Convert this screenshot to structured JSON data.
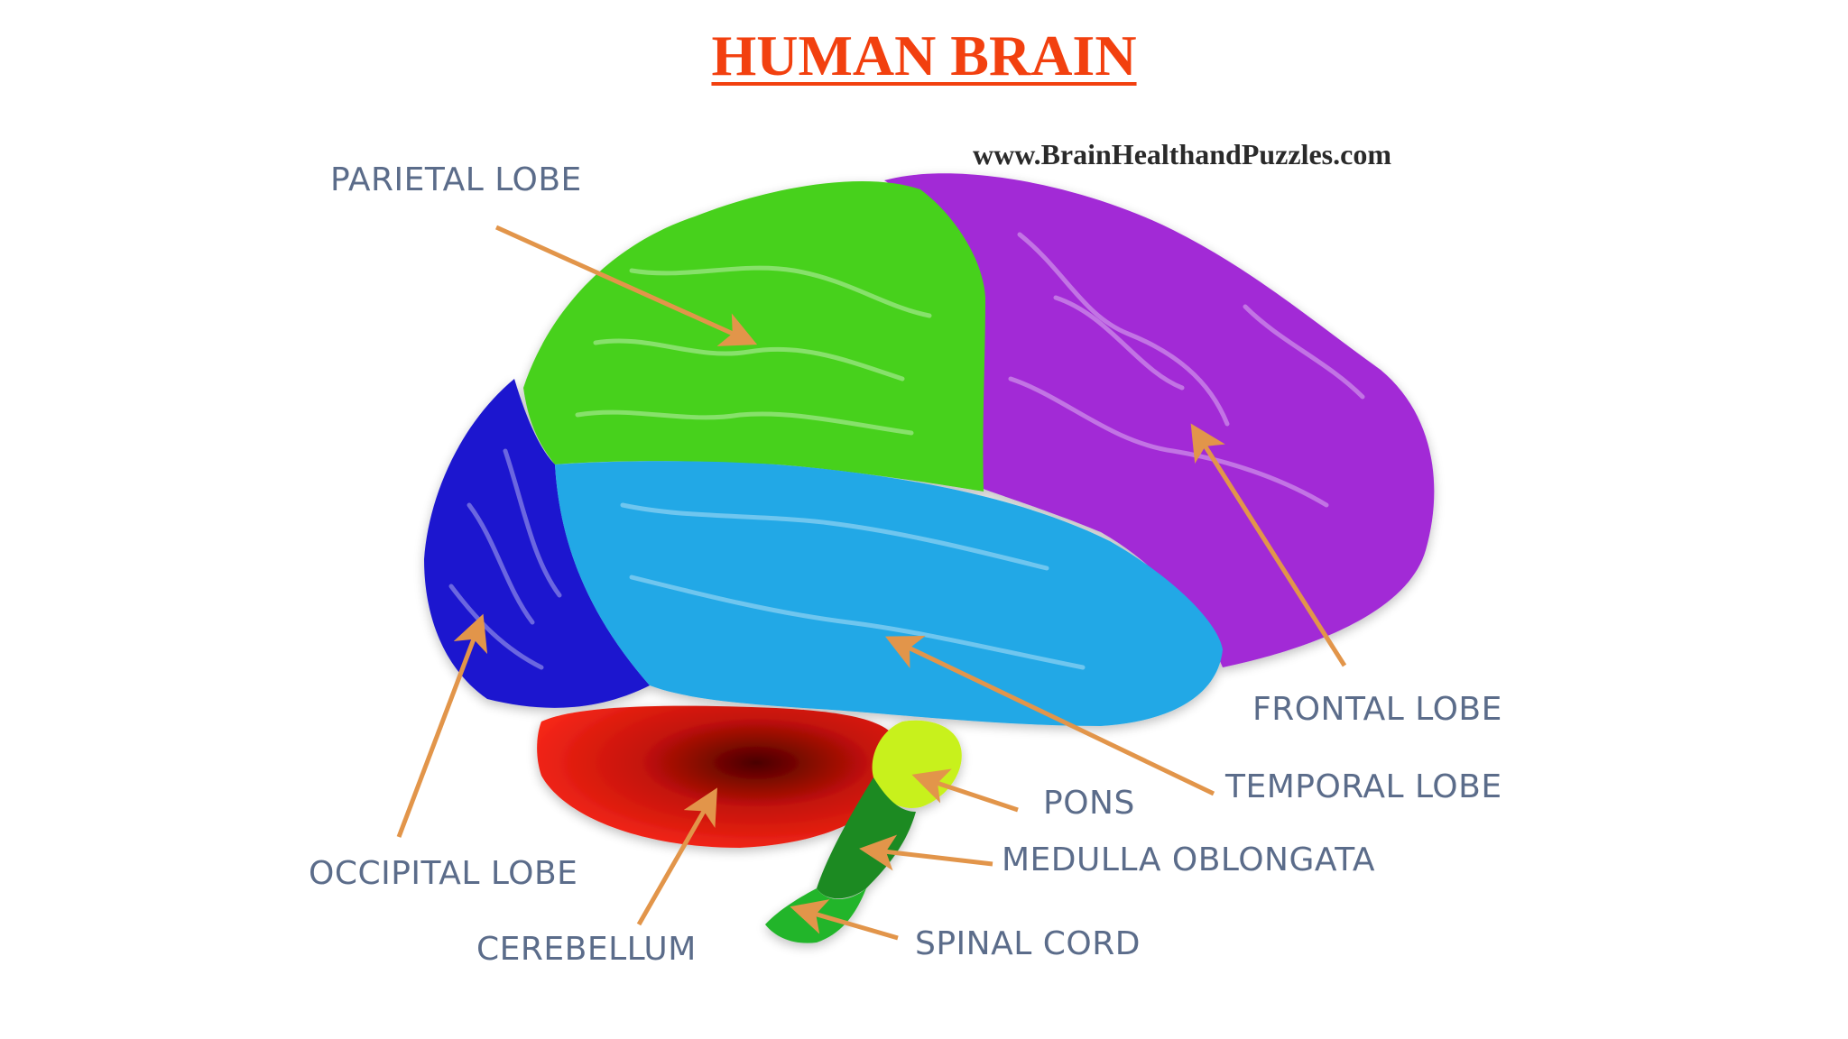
{
  "title": "HUMAN BRAIN",
  "watermark": "www.BrainHealthandPuzzles.com",
  "colors": {
    "title": "#f2400f",
    "parietal": "#46d11a",
    "frontal": "#a22ad6",
    "occipital": "#1a16cf",
    "temporal": "#22a8e6",
    "cerebellum": "#e01e10",
    "pons": "#c8f11a",
    "medulla": "#1f8a24",
    "spinal_cord": "#22b52a",
    "arrow": "#e2954a",
    "label": "#5b6c8a"
  },
  "labels": {
    "parietal_lobe": "PARIETAL LOBE",
    "frontal_lobe": "FRONTAL LOBE",
    "occipital_lobe": "OCCIPITAL LOBE",
    "temporal_lobe": "TEMPORAL LOBE",
    "cerebellum": "CEREBELLUM",
    "pons": "PONS",
    "medulla_oblongata": "MEDULLA OBLONGATA",
    "spinal_cord": "SPINAL CORD"
  }
}
